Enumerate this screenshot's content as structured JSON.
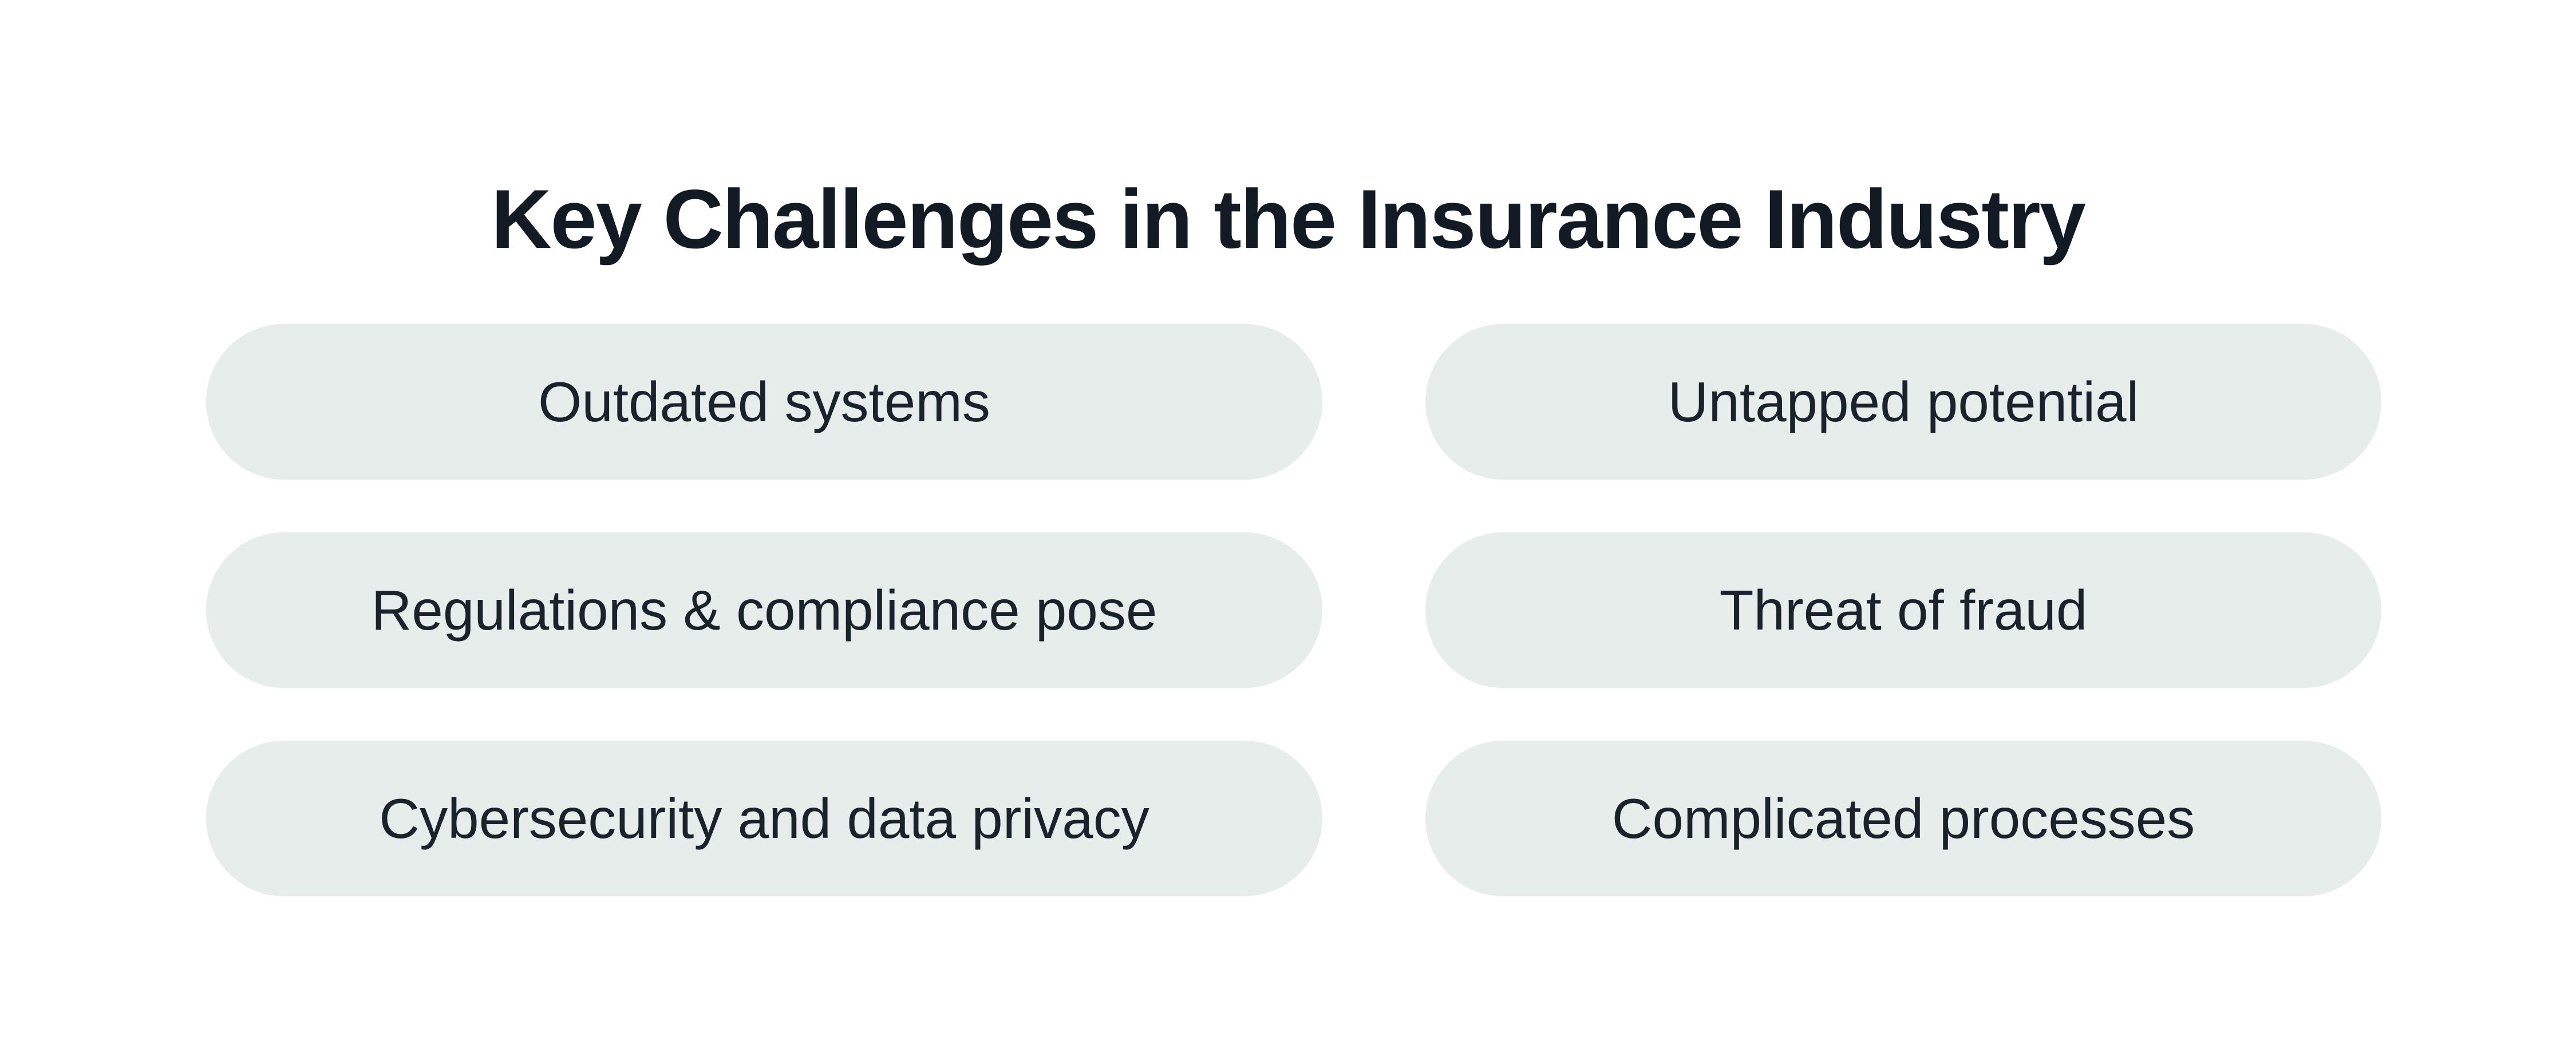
{
  "page": {
    "title": "Key Challenges in the Insurance Industry",
    "background_color": "#ffffff"
  },
  "theme": {
    "pill_background_color": "#e6edeb",
    "title_text_color": "#121b23",
    "pill_text_color": "#1a232b"
  },
  "pills": [
    {
      "label": "Outdated systems"
    },
    {
      "label": "Untapped potential"
    },
    {
      "label": "Regulations & compliance pose"
    },
    {
      "label": "Threat of fraud"
    },
    {
      "label": "Cybersecurity and data privacy"
    },
    {
      "label": "Complicated processes"
    }
  ]
}
